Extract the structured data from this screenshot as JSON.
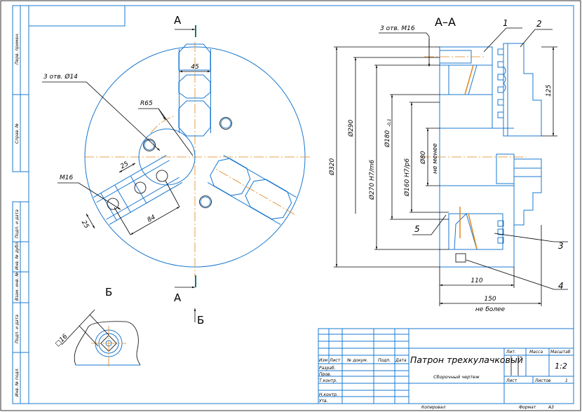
{
  "colors": {
    "line": "#1a78d0",
    "center": "#e0871c",
    "dim": "#000000",
    "section_mark": "#0f7a6a"
  },
  "front_view": {
    "section_label_top": "А",
    "section_label_bottom": "А",
    "holes_note": "3 отв. Ø14",
    "radius": "R65",
    "slot_width": "45",
    "thread": "M16",
    "dim_25_a": "25",
    "dim_25_b": "25",
    "dim_84": "84"
  },
  "detail_view": {
    "label": "Б",
    "square": "□16",
    "view_arrow": "Б"
  },
  "section_view": {
    "title": "А–А",
    "holes_note": "3 отв. М16",
    "d320": "Ø320",
    "d290": "Ø290",
    "d270": "Ø270 H7/m6",
    "d180": "Ø180",
    "d180_tol": "-0,1",
    "d160": "Ø160 H7/p6",
    "d80": "Ø80",
    "d80_note": "не менее",
    "h125": "125",
    "w110": "110",
    "w150": "150",
    "w150_note": "не более",
    "callouts": [
      "1",
      "2",
      "3",
      "4",
      "5"
    ]
  },
  "side_strip": [
    "Перв. примен.",
    "Справ. №",
    "Подп. и дата",
    "Инв. № дубл.",
    "Взам. инв. №",
    "Подп. и дата",
    "Инв. № подл."
  ],
  "title_block": {
    "col_headers": [
      "Изм",
      "Лист",
      "№ докум.",
      "Подп.",
      "Дата"
    ],
    "roles": [
      "Разраб.",
      "Пров.",
      "Т.контр.",
      "",
      "Н.контр.",
      "Утв."
    ],
    "title": "Патрон трехкулачковый",
    "subtitle": "Сборочный чертеж",
    "lit": "Лит.",
    "mass": "Масса",
    "scale_label": "Масштаб",
    "scale_value": "1:2",
    "sheet": "Лист",
    "sheets": "Листов",
    "sheets_value": "1",
    "copied": "Копировал",
    "format_label": "Формат",
    "format_value": "А3"
  }
}
